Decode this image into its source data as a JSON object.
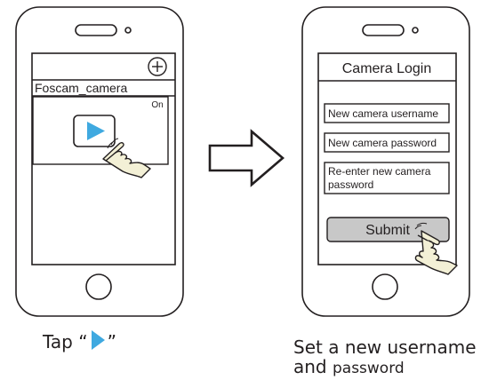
{
  "step1": {
    "camera_name": "Foscam_camera",
    "status": "On",
    "caption_prefix": "Tap “",
    "caption_suffix": "”",
    "play_color": "#3fa9e0"
  },
  "step2": {
    "title": "Camera Login",
    "username_placeholder": "New camera username",
    "password_placeholder": "New camera password",
    "reenter_line1": "Re-enter new camera",
    "reenter_line2": "password",
    "submit_label": "Submit",
    "caption_line1": "Set a new username",
    "caption_line2_prefix": "and ",
    "caption_line2_rest": "password"
  },
  "colors": {
    "outline": "#231f20",
    "submit_fill": "#c8c8c8",
    "hand_fill": "#f3f0d6"
  }
}
